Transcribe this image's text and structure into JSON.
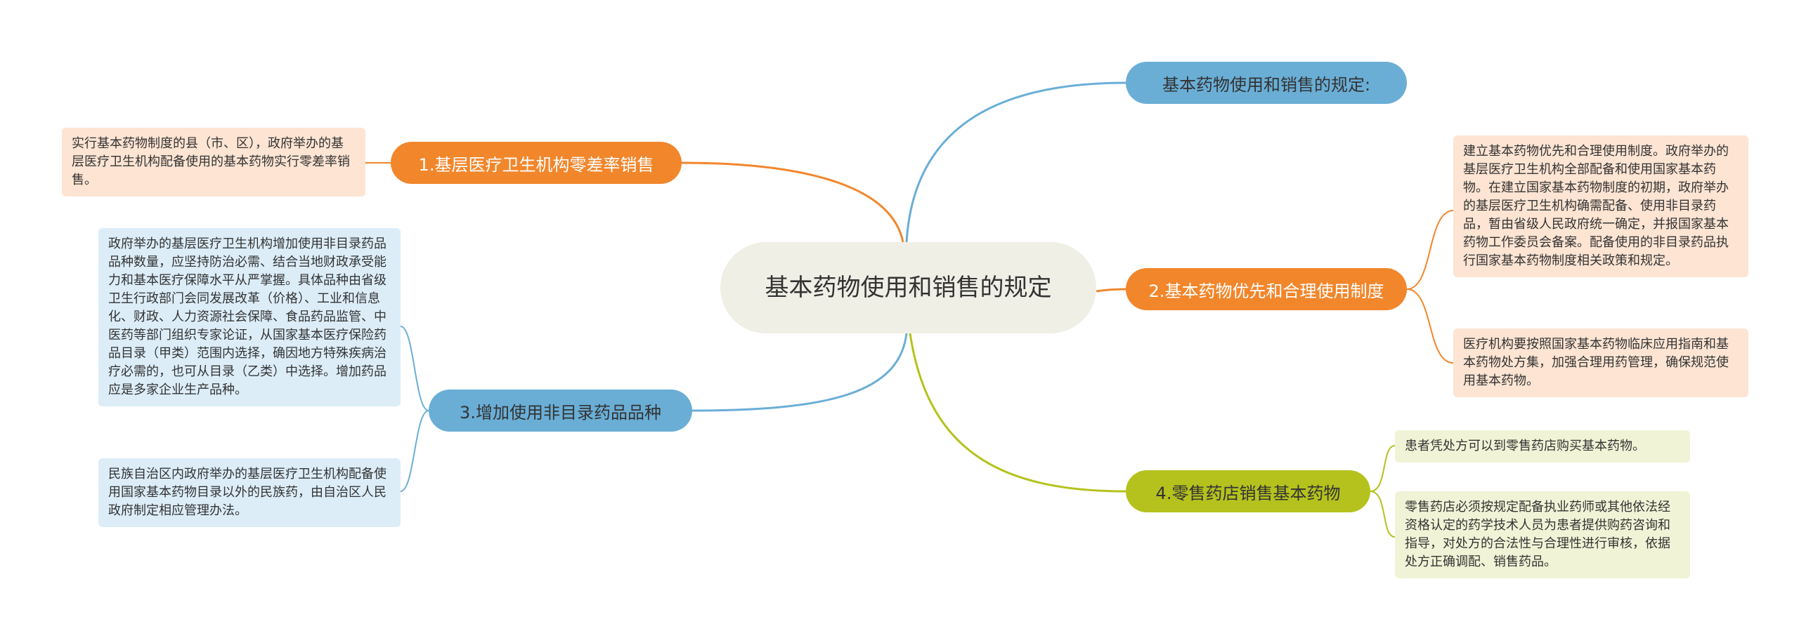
{
  "root": {
    "label": "基本药物使用和销售的规定"
  },
  "branches": {
    "b1": {
      "label": "1.基层医疗卫生机构零差率销售"
    },
    "b2": {
      "label": "2.基本药物优先和合理使用制度"
    },
    "b3": {
      "label": "3.增加使用非目录药品品种"
    },
    "b4": {
      "label": "4.零售药店销售基本药物"
    },
    "b0": {
      "label": "基本药物使用和销售的规定:"
    }
  },
  "leaves": {
    "b1_1": "实行基本药物制度的县（市、区），政府举办的基层医疗卫生机构配备使用的基本药物实行零差率销售。",
    "b2_1": "建立基本药物优先和合理使用制度。政府举办的基层医疗卫生机构全部配备和使用国家基本药物。在建立国家基本药物制度的初期，政府举办的基层医疗卫生机构确需配备、使用非目录药品，暂由省级人民政府统一确定，并报国家基本药物工作委员会备案。配备使用的非目录药品执行国家基本药物制度相关政策和规定。",
    "b2_2": "医疗机构要按照国家基本药物临床应用指南和基本药物处方集，加强合理用药管理，确保规范使用基本药物。",
    "b3_1": "政府举办的基层医疗卫生机构增加使用非目录药品品种数量，应坚持防治必需、结合当地财政承受能力和基本医疗保障水平从严掌握。具体品种由省级卫生行政部门会同发展改革（价格）、工业和信息化、财政、人力资源社会保障、食品药品监管、中医药等部门组织专家论证，从国家基本医疗保险药品目录（甲类）范围内选择，确因地方特殊疾病治疗必需的，也可从目录（乙类）中选择。增加药品应是多家企业生产品种。",
    "b3_2": "民族自治区内政府举办的基层医疗卫生机构配备使用国家基本药物目录以外的民族药，由自治区人民政府制定相应管理办法。",
    "b4_1": "患者凭处方可以到零售药店购买基本药物。",
    "b4_2": "零售药店必须按规定配备执业药师或其他依法经资格认定的药学技术人员为患者提供购药咨询和指导，对处方的合法性与合理性进行审核，依据处方正确调配、销售药品。"
  },
  "colors": {
    "orange": "#f2862b",
    "blue": "#6aaed6",
    "green": "#b5c21d"
  }
}
